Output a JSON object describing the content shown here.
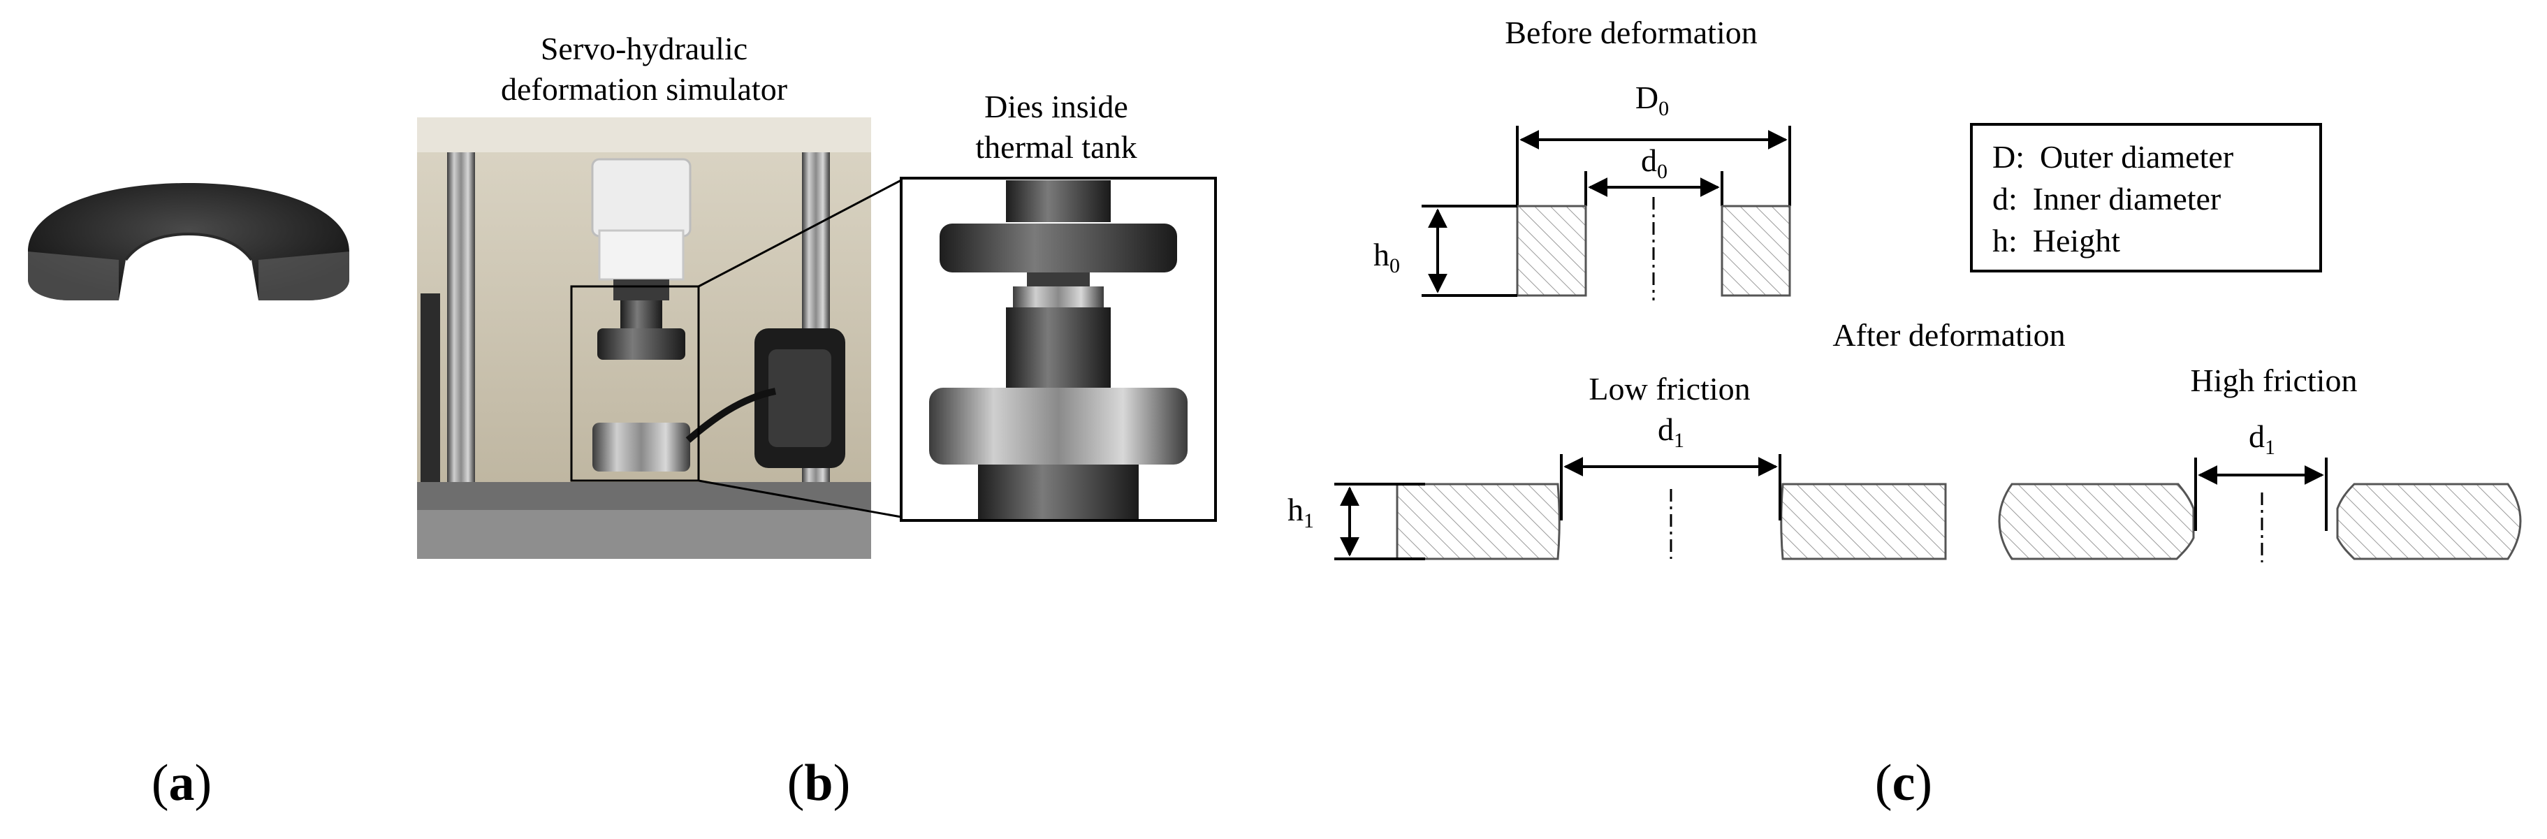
{
  "panel_a": {
    "label_open": "(",
    "label_letter": "a",
    "label_close": ")"
  },
  "panel_b": {
    "simulator_title_line1": "Servo-hydraulic",
    "simulator_title_line2": "deformation simulator",
    "dies_title_line1": "Dies inside",
    "dies_title_line2": "thermal tank",
    "label_open": "(",
    "label_letter": "b",
    "label_close": ")"
  },
  "panel_c": {
    "before_title": "Before deformation",
    "after_title": "After deformation",
    "low_friction_title": "Low friction",
    "high_friction_title": "High friction",
    "dim_outer_before": {
      "base": "D",
      "sub": "0"
    },
    "dim_inner_before": {
      "base": "d",
      "sub": "0"
    },
    "dim_height_before": {
      "base": "h",
      "sub": "0"
    },
    "dim_inner_low": {
      "base": "d",
      "sub": "1"
    },
    "dim_height_after": {
      "base": "h",
      "sub": "1"
    },
    "dim_inner_high": {
      "base": "d",
      "sub": "1"
    },
    "legend": [
      {
        "key": "D:",
        "desc": "Outer diameter"
      },
      {
        "key": "d:",
        "desc": "Inner diameter"
      },
      {
        "key": "h:",
        "desc": "Height"
      }
    ],
    "label_open": "(",
    "label_letter": "c",
    "label_close": ")"
  },
  "colors": {
    "hatch": "#8a8a8a",
    "outline": "#555555",
    "ink": "#000000"
  }
}
